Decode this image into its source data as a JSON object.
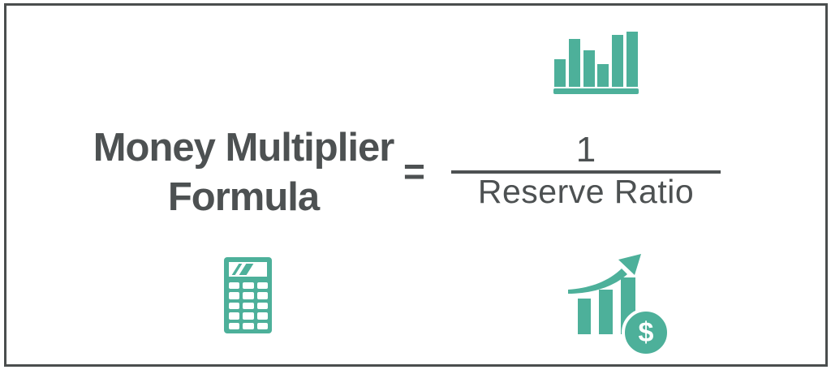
{
  "figure": {
    "title_line1": "Money Multiplier",
    "title_line2": "Formula",
    "equals_sign": "=",
    "fraction": {
      "numerator": "1",
      "denominator": "Reserve Ratio"
    },
    "coin_symbol": "$",
    "icons": {
      "top": "bar-chart-icon",
      "bottom_left": "calculator-icon",
      "bottom_right": "growth-chart-dollar-icon"
    },
    "colors": {
      "teal": "#4DB09A",
      "text": "#4D5152",
      "frame_border": "#4A4E4E"
    }
  }
}
